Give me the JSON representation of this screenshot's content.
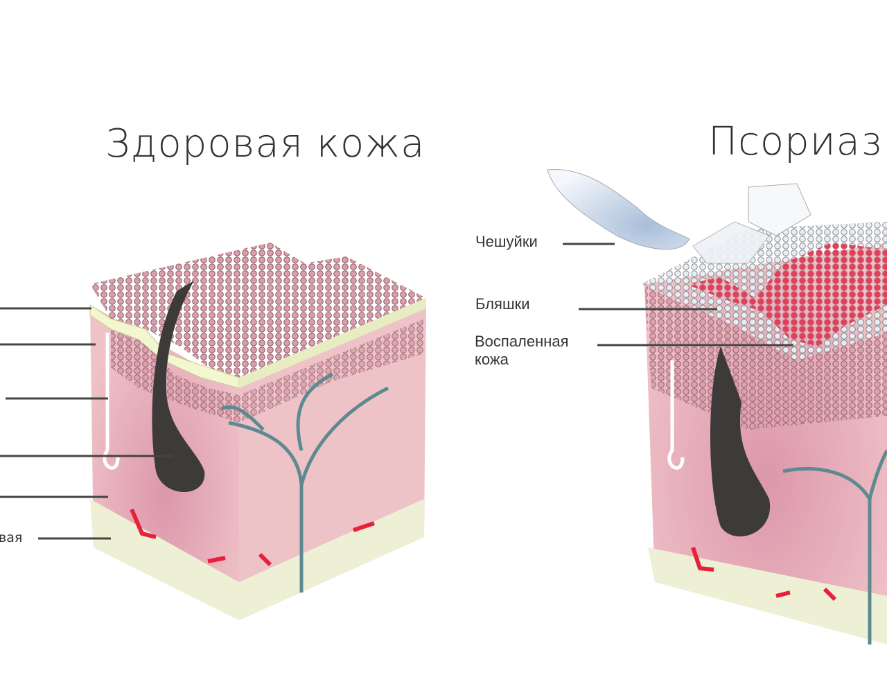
{
  "titles": {
    "healthy": "Здоровая кожа",
    "psoriasis": "Псориаз"
  },
  "healthy_labels": {
    "partial_bottom": "вая"
  },
  "psoriasis_labels": {
    "scales": "Чешуйки",
    "plaques": "Бляшки",
    "inflamed_line1": "Воспаленная",
    "inflamed_line2": "кожа"
  },
  "colors": {
    "dermis": "#e9b3bd",
    "epidermis": "#c98a98",
    "hair": "#3d3b39",
    "vessel": "#5d8a90",
    "fat": "#e8ecd0",
    "plaque": "#e8213b",
    "scale": "#b8c9e0"
  }
}
